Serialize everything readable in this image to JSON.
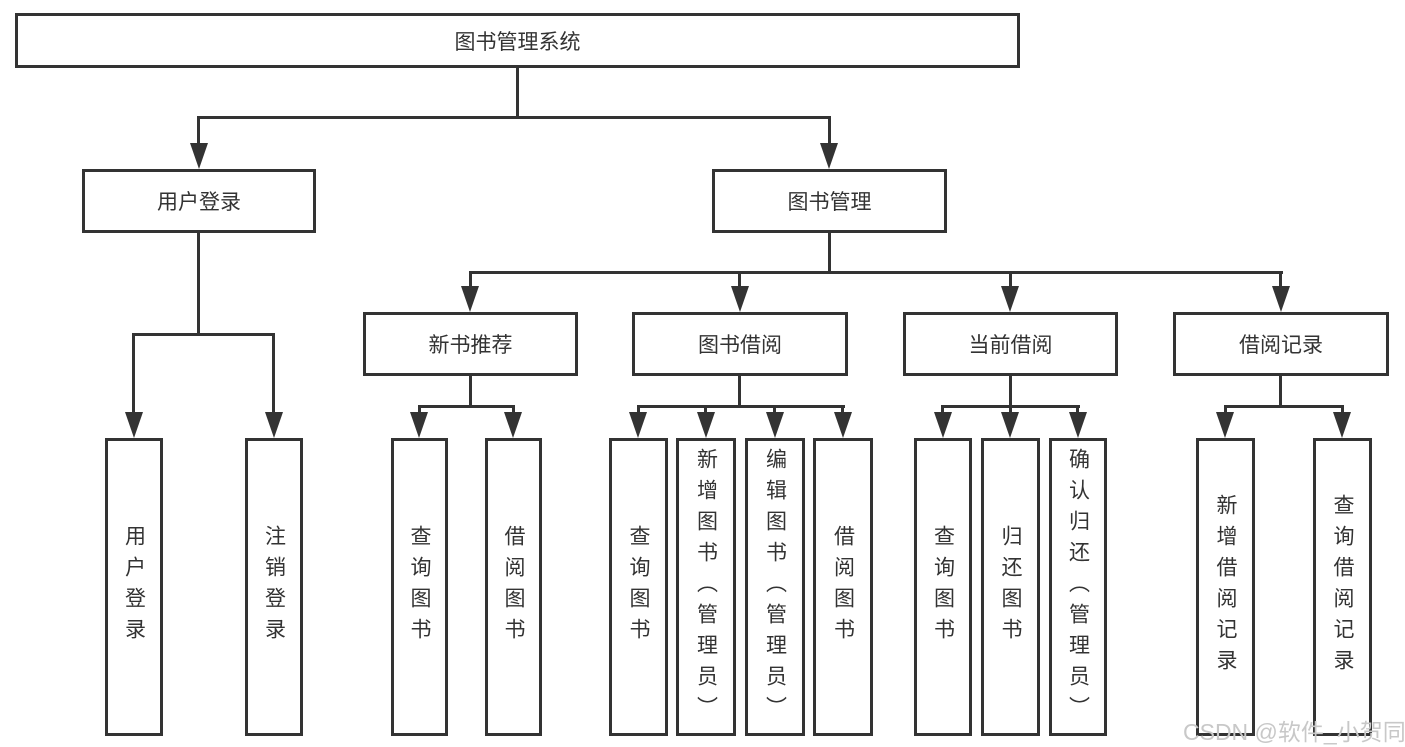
{
  "tree": {
    "root": {
      "label": "图书管理系统",
      "children": [
        {
          "label": "用户登录",
          "children": [
            {
              "label": "用户登录"
            },
            {
              "label": "注销登录"
            }
          ]
        },
        {
          "label": "图书管理",
          "children": [
            {
              "label": "新书推荐",
              "children": [
                {
                  "label": "查询图书"
                },
                {
                  "label": "借阅图书"
                }
              ]
            },
            {
              "label": "图书借阅",
              "children": [
                {
                  "label": "查询图书"
                },
                {
                  "label": "新增图书（管理员）"
                },
                {
                  "label": "编辑图书（管理员）"
                },
                {
                  "label": "借阅图书"
                }
              ]
            },
            {
              "label": "当前借阅",
              "children": [
                {
                  "label": "查询图书"
                },
                {
                  "label": "归还图书"
                },
                {
                  "label": "确认归还（管理员）"
                }
              ]
            },
            {
              "label": "借阅记录",
              "children": [
                {
                  "label": "新增借阅记录"
                },
                {
                  "label": "查询借阅记录"
                }
              ]
            }
          ]
        }
      ]
    }
  },
  "watermark": {
    "text": "CSDN @软件_小贺同学"
  },
  "colors": {
    "line": "#333333",
    "text": "#333333",
    "canvas": "#ffffff",
    "watermark": "#c8c8c8"
  }
}
